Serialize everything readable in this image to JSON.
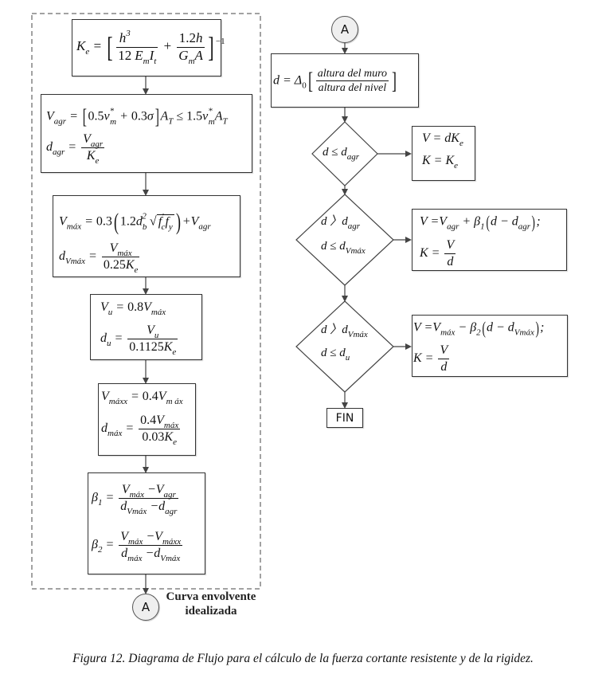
{
  "figure": {
    "caption": "Figura 12. Diagrama de Flujo para el cálculo de la fuerza cortante resistente y de la rigidez.",
    "group_label_line1": "Curva envolvente",
    "group_label_line2": "idealizada"
  },
  "connectors": {
    "start": "A",
    "end": "A"
  },
  "left_column": {
    "ke": "Ke = [ h^3 / (12 Em It) + 1.2h / (Gm A) ]^-1",
    "vagr": "Vagr = [0.5 v*m + 0.3σ] AT ≤ 1.5 v*m AT",
    "dagr": "dagr = Vagr / Ke",
    "vmax": "Vmáx = 0.3 (1.2 db^2 √(f'c fy)) + Vagr",
    "dvmax": "dVmáx = Vmáx / 0.25Ke",
    "vu": "Vu = 0.8 Vmáx",
    "du": "du = Vu / 0.1125Ke",
    "vmaxx": "Vmáxx = 0.4 Vmáx",
    "dmax": "dmáx = 0.4Vmáx / 0.03Ke",
    "beta1": "β1 = (Vmáx − Vagr) / (dVmáx − dagr)",
    "beta2": "β2 = (Vmáx − Vmáxx) / (dmáx − dVmáx)"
  },
  "right_column": {
    "d_formula": "d = Δ0 [altura del muro / altura del nivel]",
    "d_num": "altura del muro",
    "d_den": "altura del  nivel",
    "decision1": "d ≤ dagr",
    "result1_v": "V = dKe",
    "result1_k": "K = Ke",
    "decision2_a": "d 〉 dagr",
    "decision2_b": "d ≤ dVmáx",
    "result2_v": "V = Vagr + β1 (d − dagr);",
    "result2_k": "K = V / d",
    "decision3_a": "d 〉 dVmáx",
    "decision3_b": "d ≤ du",
    "result3_v": "V = Vmáx − β2 (d − dVmáx);",
    "result3_k": "K = V / d",
    "end_label": "FIN"
  }
}
